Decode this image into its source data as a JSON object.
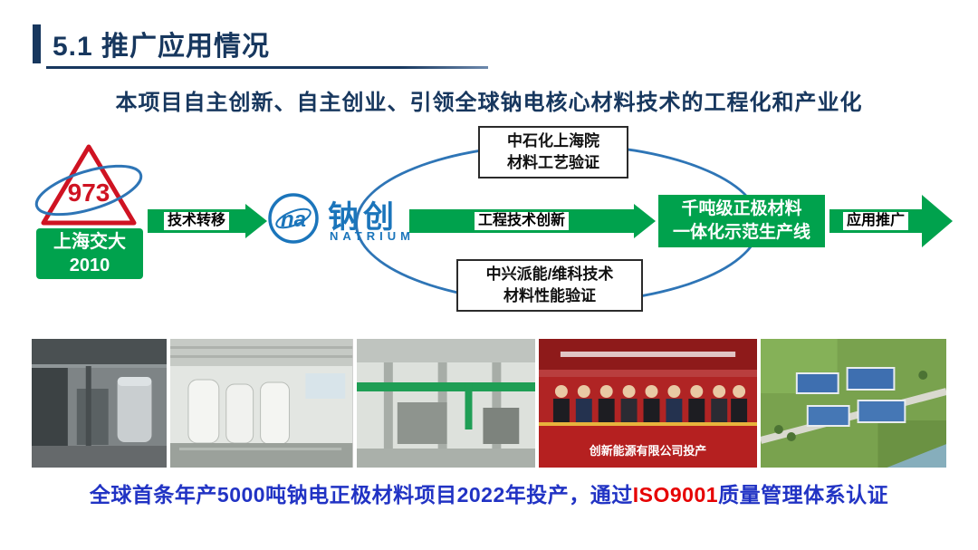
{
  "slide": {
    "title": "5.1 推广应用情况",
    "subtitle": "本项目自主创新、自主创业、引领全球钠电核心材料技术的工程化和产业化",
    "caption_part1": "全球首条年产5000吨钠电正极材料项目2022年投产，通过",
    "caption_highlight": "ISO9001",
    "caption_part2": "质量管理体系认证"
  },
  "diagram": {
    "source_logo_number": "973",
    "source_name_line1": "上海交大",
    "source_name_line2": "2010",
    "arrow_transfer_label": "技术转移",
    "natrium_logo_letters": "na",
    "natrium_zh": "钠创",
    "natrium_en": "NATRIUM",
    "top_box_line1": "中石化上海院",
    "top_box_line2": "材料工艺验证",
    "bottom_box_line1": "中兴派能/维科技术",
    "bottom_box_line2": "材料性能验证",
    "arrow_innovation_label": "工程技术创新",
    "result_box_line1": "千吨级正极材料",
    "result_box_line2": "一体化示范生产线",
    "arrow_apply_label": "应用推广"
  },
  "photos": {
    "ceremony_text": "创新能源有限公司投产"
  },
  "colors": {
    "navy": "#17375E",
    "accent_green": "#00A24D",
    "ellipse_blue": "#2E75B6",
    "natrium_blue": "#1B75BB",
    "caption_blue": "#2133C4",
    "highlight_red": "#E60000"
  }
}
